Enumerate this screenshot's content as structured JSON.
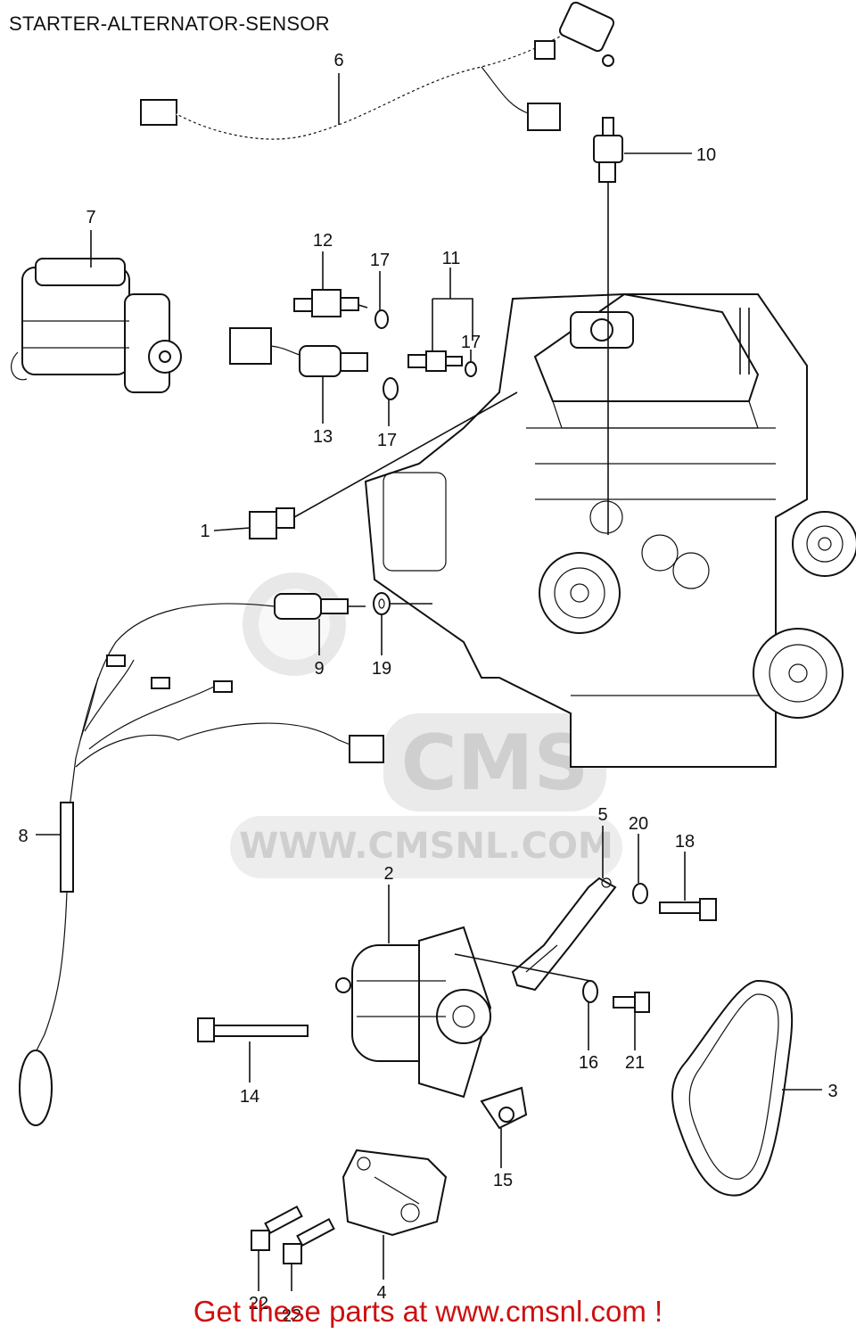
{
  "diagram": {
    "title": "STARTER-ALTERNATOR-SENSOR",
    "watermark": {
      "brand": "CMS",
      "url": "WWW.CMSNL.COM"
    },
    "callouts": [
      "1",
      "2",
      "3",
      "4",
      "5",
      "6",
      "7",
      "8",
      "9",
      "10",
      "11",
      "12",
      "13",
      "14",
      "15",
      "16",
      "17",
      "17",
      "17",
      "18",
      "19",
      "20",
      "21",
      "22",
      "22"
    ],
    "footer": "Get these parts at www.cmsnl.com !"
  },
  "colors": {
    "footer_text": "#cc1010",
    "line_art": "#111111",
    "watermark": "#d6d6d6"
  }
}
